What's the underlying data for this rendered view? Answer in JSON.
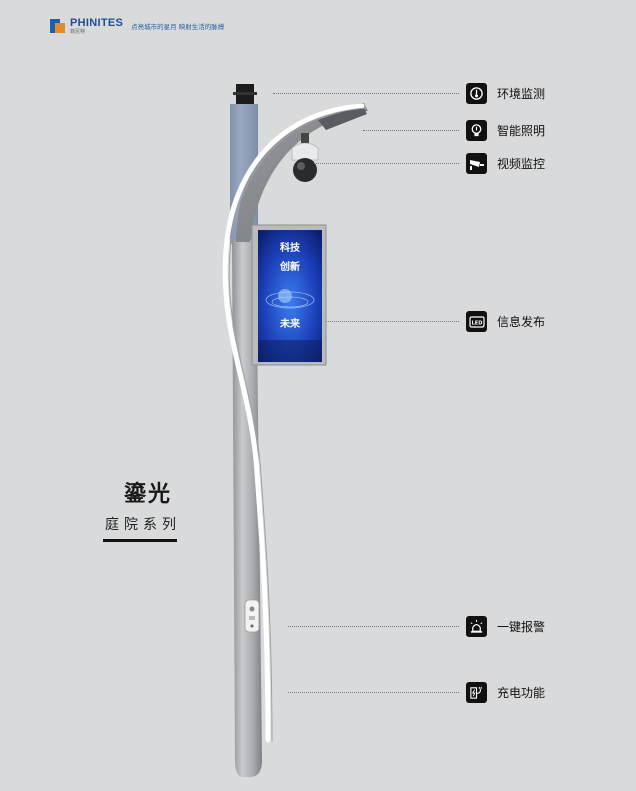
{
  "brand": {
    "name": "PHINITES",
    "cn_name": "菲尼特",
    "slogan": "点亮城市的星月 映射生活的脉搏"
  },
  "product": {
    "title": "鎏光",
    "subtitle": "庭院系列"
  },
  "screen": {
    "lines": [
      "科技",
      "创新",
      "未来"
    ]
  },
  "features": [
    {
      "label": "环境监测",
      "icon": "environment-monitor-icon"
    },
    {
      "label": "智能照明",
      "icon": "bulb-icon"
    },
    {
      "label": "视频监控",
      "icon": "camera-icon"
    },
    {
      "label": "信息发布",
      "icon": "led-screen-icon"
    },
    {
      "label": "一键报警",
      "icon": "alarm-icon"
    },
    {
      "label": "充电功能",
      "icon": "charging-icon"
    }
  ],
  "colors": {
    "background": "#d9dadb",
    "brand_blue": "#1f4f92",
    "brand_orange": "#e48a2a",
    "screen_blue": "#1b3fb8"
  }
}
